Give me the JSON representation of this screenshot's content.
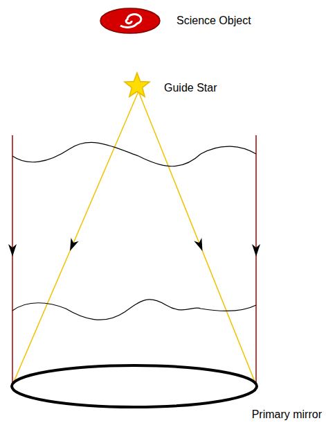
{
  "diagram": {
    "labels": [
      "Science Object",
      "Guide Star",
      "Primary mirror"
    ]
  }
}
